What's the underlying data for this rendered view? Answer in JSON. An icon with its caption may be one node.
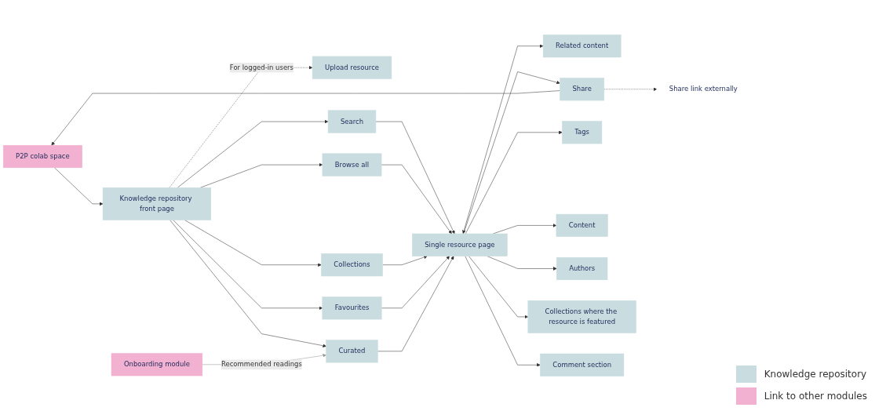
{
  "diagram": {
    "nodes": [
      {
        "text": [
          "P2P colab space"
        ]
      },
      {
        "text": [
          "Knowledge repository front page"
        ]
      },
      {
        "text": [
          "Upload resource"
        ]
      },
      {
        "text": [
          "Search"
        ]
      },
      {
        "text": [
          "Browse all"
        ]
      },
      {
        "text": [
          "Collections"
        ]
      },
      {
        "text": [
          "Favourites"
        ]
      },
      {
        "text": [
          "Curated"
        ]
      },
      {
        "text": [
          "Onboarding module"
        ]
      },
      {
        "text": [
          "Single resource page"
        ]
      },
      {
        "text": [
          "Related content"
        ]
      },
      {
        "text": [
          "Share"
        ]
      },
      {
        "text": [
          "Tags"
        ]
      },
      {
        "text": [
          "Content"
        ]
      },
      {
        "text": [
          "Authors"
        ]
      },
      {
        "text": [
          "Collections where the resource is featured"
        ]
      },
      {
        "text": [
          "Comment section"
        ]
      },
      {
        "text": [
          "Share link externally"
        ]
      }
    ],
    "edges": [
      {
        "from": 0,
        "to": 1,
        "arrow": "to"
      },
      {
        "from": 1,
        "to": 2,
        "arrow": "to",
        "label": "For logged-in users",
        "style": "dashed"
      },
      {
        "from": 1,
        "to": 3,
        "arrow": "to"
      },
      {
        "from": 1,
        "to": 4,
        "arrow": "to"
      },
      {
        "from": 1,
        "to": 5,
        "arrow": "to"
      },
      {
        "from": 1,
        "to": 6,
        "arrow": "to"
      },
      {
        "from": 1,
        "to": 7,
        "arrow": "to"
      },
      {
        "from": 3,
        "to": 9,
        "arrow": "to"
      },
      {
        "from": 4,
        "to": 9,
        "arrow": "to"
      },
      {
        "from": 5,
        "to": 9,
        "arrow": "to"
      },
      {
        "from": 6,
        "to": 9,
        "arrow": "to"
      },
      {
        "from": 7,
        "to": 9,
        "arrow": "to"
      },
      {
        "from": 8,
        "to": 7,
        "arrow": "to",
        "label": "Recommended readings",
        "color": "#999999"
      },
      {
        "from": 9,
        "to": 10,
        "arrow": "both"
      },
      {
        "from": 9,
        "to": 11,
        "arrow": "to"
      },
      {
        "from": 9,
        "to": 12,
        "arrow": "to"
      },
      {
        "from": 9,
        "to": 13,
        "arrow": "to"
      },
      {
        "from": 9,
        "to": 14,
        "arrow": "to"
      },
      {
        "from": 9,
        "to": 15,
        "arrow": "to"
      },
      {
        "from": 9,
        "to": 16,
        "arrow": "to"
      },
      {
        "from": 11,
        "to": 0,
        "arrow": "to"
      },
      {
        "from": 11,
        "to": 17,
        "arrow": "to",
        "style": "dashed"
      }
    ],
    "legend": [
      {
        "text": "Knowledge repository",
        "color": "#c9dcdf"
      },
      {
        "text": "Link to other modules",
        "color": "#f2b1d0"
      }
    ]
  }
}
